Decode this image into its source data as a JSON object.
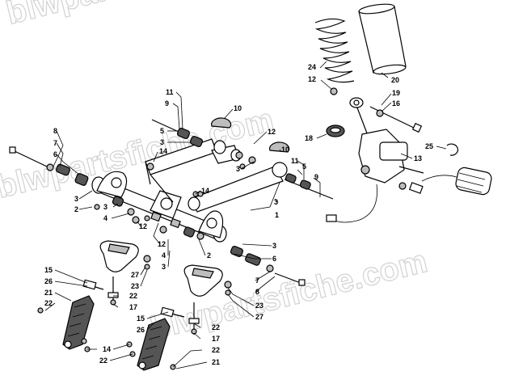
{
  "watermark": {
    "text_1": "blwpartsfiche.com",
    "text_2": "blwpartsfiche.com",
    "text_3": "blwpartsfiche.com"
  },
  "callouts": [
    {
      "id": "c20",
      "label": "20"
    },
    {
      "id": "c24",
      "label": "24"
    },
    {
      "id": "c12a",
      "label": "12"
    },
    {
      "id": "c19",
      "label": "19"
    },
    {
      "id": "c16",
      "label": "16"
    },
    {
      "id": "c11a",
      "label": "11"
    },
    {
      "id": "c9a",
      "label": "9"
    },
    {
      "id": "c10a",
      "label": "10"
    },
    {
      "id": "c5a",
      "label": "5"
    },
    {
      "id": "c3a",
      "label": "3"
    },
    {
      "id": "c14a",
      "label": "14"
    },
    {
      "id": "c12b",
      "label": "12"
    },
    {
      "id": "c10b",
      "label": "10"
    },
    {
      "id": "c18",
      "label": "18"
    },
    {
      "id": "c13",
      "label": "13"
    },
    {
      "id": "c25",
      "label": "25"
    },
    {
      "id": "c8a",
      "label": "8"
    },
    {
      "id": "c7a",
      "label": "7"
    },
    {
      "id": "c6a",
      "label": "6"
    },
    {
      "id": "c3b",
      "label": "3"
    },
    {
      "id": "c11b",
      "label": "11"
    },
    {
      "id": "c5b",
      "label": "5"
    },
    {
      "id": "c9b",
      "label": "9"
    },
    {
      "id": "c3c",
      "label": "3"
    },
    {
      "id": "c3d",
      "label": "3"
    },
    {
      "id": "c2a",
      "label": "2"
    },
    {
      "id": "c3e",
      "label": "3"
    },
    {
      "id": "c4a",
      "label": "4"
    },
    {
      "id": "c12c",
      "label": "12"
    },
    {
      "id": "c14b",
      "label": "14"
    },
    {
      "id": "c1",
      "label": "1"
    },
    {
      "id": "c12d",
      "label": "12"
    },
    {
      "id": "c4b",
      "label": "4"
    },
    {
      "id": "c3f",
      "label": "3"
    },
    {
      "id": "c2b",
      "label": "2"
    },
    {
      "id": "c3g",
      "label": "3"
    },
    {
      "id": "c6b",
      "label": "6"
    },
    {
      "id": "c15a",
      "label": "15"
    },
    {
      "id": "c26a",
      "label": "26"
    },
    {
      "id": "c21a",
      "label": "21"
    },
    {
      "id": "c22a",
      "label": "22"
    },
    {
      "id": "c27a",
      "label": "27"
    },
    {
      "id": "c23a",
      "label": "23"
    },
    {
      "id": "c22b",
      "label": "22"
    },
    {
      "id": "c17a",
      "label": "17"
    },
    {
      "id": "c7b",
      "label": "7"
    },
    {
      "id": "c8b",
      "label": "8"
    },
    {
      "id": "c23b",
      "label": "23"
    },
    {
      "id": "c27b",
      "label": "27"
    },
    {
      "id": "c15b",
      "label": "15"
    },
    {
      "id": "c26b",
      "label": "26"
    },
    {
      "id": "c22c",
      "label": "22"
    },
    {
      "id": "c17b",
      "label": "17"
    },
    {
      "id": "c14c",
      "label": "14"
    },
    {
      "id": "c22d",
      "label": "22"
    },
    {
      "id": "c22e",
      "label": "22"
    },
    {
      "id": "c21b",
      "label": "21"
    }
  ]
}
